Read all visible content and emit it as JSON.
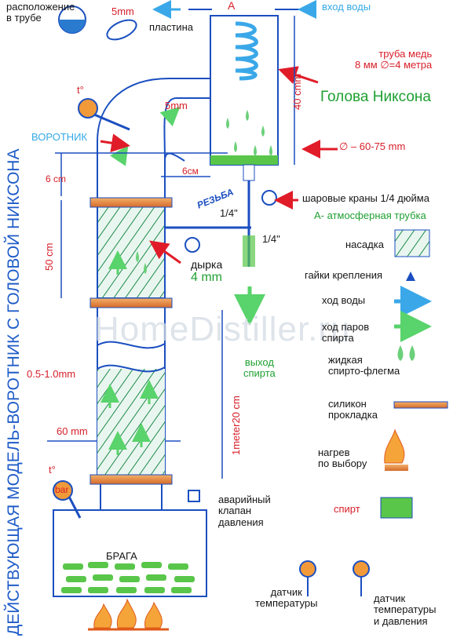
{
  "side_title": "ДЕЙСТВУЮЩАЯ МОДЕЛЬ-ВОРОТНИК С ГОЛОВОЙ НИКСОНА",
  "watermark": "HomeDistiller.ru",
  "top_left": {
    "position_label": "расположение\nв трубе",
    "dim_5mm": "5mm",
    "plate": "пластина"
  },
  "water_in": "вход воды",
  "letter_a": "A",
  "copper_pipe": "труба медь\n8 мм ∅=4 метра",
  "head_title": "Голова Никсона",
  "head_height": "40 cmm",
  "dim_5mm_2": "5mm",
  "diameter": "∅ – 60-75 mm",
  "collar": "ВОРОТНИК",
  "dim_6cm_v": "6 cm",
  "dim_6cm_h": "6см",
  "thread": "РЕЗЬБА",
  "valves": "шаровые краны 1/4 дюйма",
  "atm_tube": "A- атмосферная трубка",
  "quarter_1": "1/4\"",
  "quarter_2": "1/4\"",
  "dim_50cm": "50 cm",
  "hole": "дырка",
  "hole_4mm": "4 mm",
  "dim_1m": "1meter20 cm",
  "wall": "0.5-1.0mm",
  "dim_60mm": "60 mm",
  "spirit_out": "выход\nспирта",
  "temp_sym": "t°",
  "temp_sym2": "t°",
  "bar": "bar",
  "emergency": "аварийный\nклапан\nдавления",
  "braga": "БРАГА",
  "legend": {
    "packing": "насадка",
    "nuts": "гайки крепления",
    "water_flow": "ход воды",
    "vapor_flow": "ход паров\nспирта",
    "liquid": "жидкая\nспирто-флегма",
    "silicone": "силикон\nпрокладка",
    "heat": "нагрев\nпо выбору",
    "spirit": "спирт",
    "temp_sensor": "датчик\nтемпературы",
    "temp_pressure_sensor": "датчик\nтемпературы\nи давления"
  }
}
